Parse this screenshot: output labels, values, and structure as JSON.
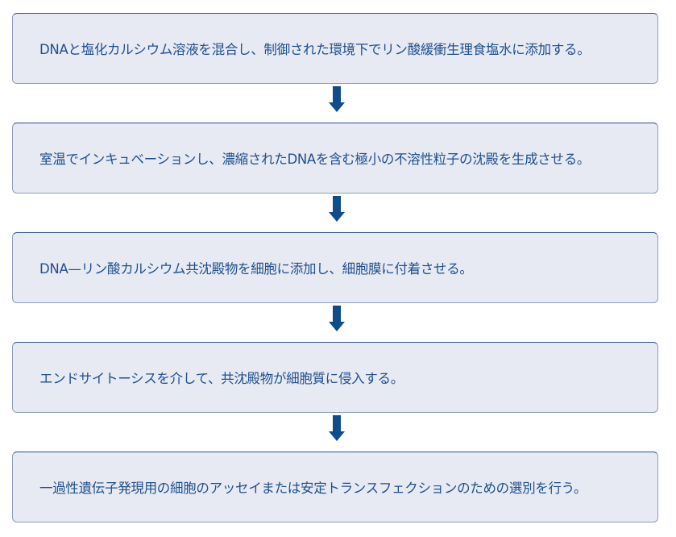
{
  "steps": [
    {
      "text": "DNAと塩化カルシウム溶液を混合し、制御された環境下でリン酸緩衝生理食塩水に添加する。"
    },
    {
      "text": "室温でインキュベーションし、濃縮されたDNAを含む極小の不溶性粒子の沈殿を生成させる。"
    },
    {
      "text": "DNA—リン酸カルシウム共沈殿物を細胞に添加し、細胞膜に付着させる。"
    },
    {
      "text": "エンドサイトーシスを介して、共沈殿物が細胞質に侵入する。"
    },
    {
      "text": "一過性遺伝子発現用の細胞のアッセイまたは安定トランスフェクションのための選別を行う。"
    }
  ],
  "colors": {
    "box_fill": "#e7eaf2",
    "text": "#1f4f8d",
    "arrow": "#0f4c8a"
  }
}
